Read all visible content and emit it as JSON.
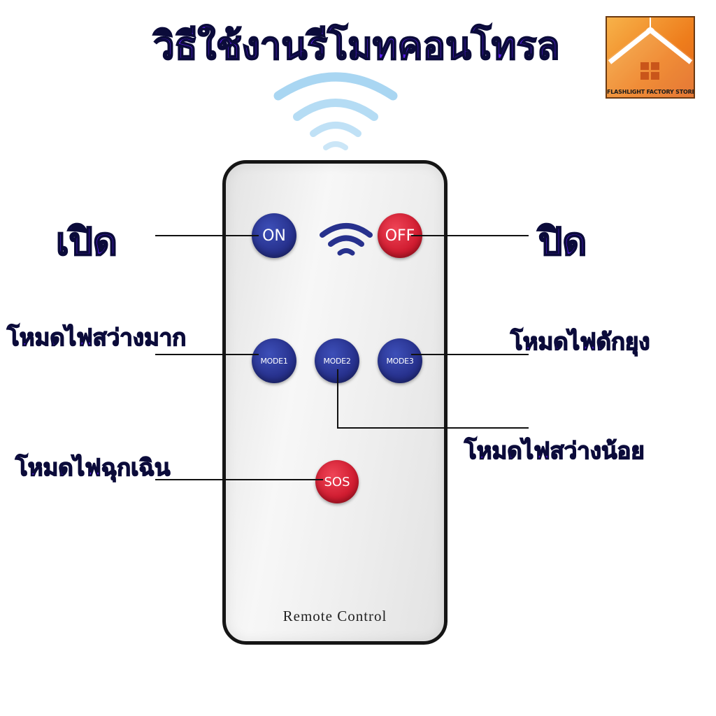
{
  "title": "วิธีใช้งานรีโมทคอนโทรล",
  "logo": {
    "text": "FLASHLIGHT FACTORY STORE"
  },
  "remote": {
    "label": "Remote Control",
    "buttons": {
      "on": "ON",
      "off": "OFF",
      "mode1": "MODE1",
      "mode2": "MODE2",
      "mode3": "MODE3",
      "sos": "SOS"
    }
  },
  "labels": {
    "on": "เปิด",
    "off": "ปิด",
    "mode1": "โหมดไฟสว่างมาก",
    "mode2": "โหมดไฟสว่างน้อย",
    "mode3": "โหมดไฟดักยุง",
    "sos": "โหมดไฟฉุกเฉิน"
  },
  "colors": {
    "label_fill": "#5b1cf2",
    "label_outline": "#0b0b3a",
    "button_blue": "#27318d",
    "button_red": "#d01c30",
    "signal_waves": "#a9d6f2"
  }
}
